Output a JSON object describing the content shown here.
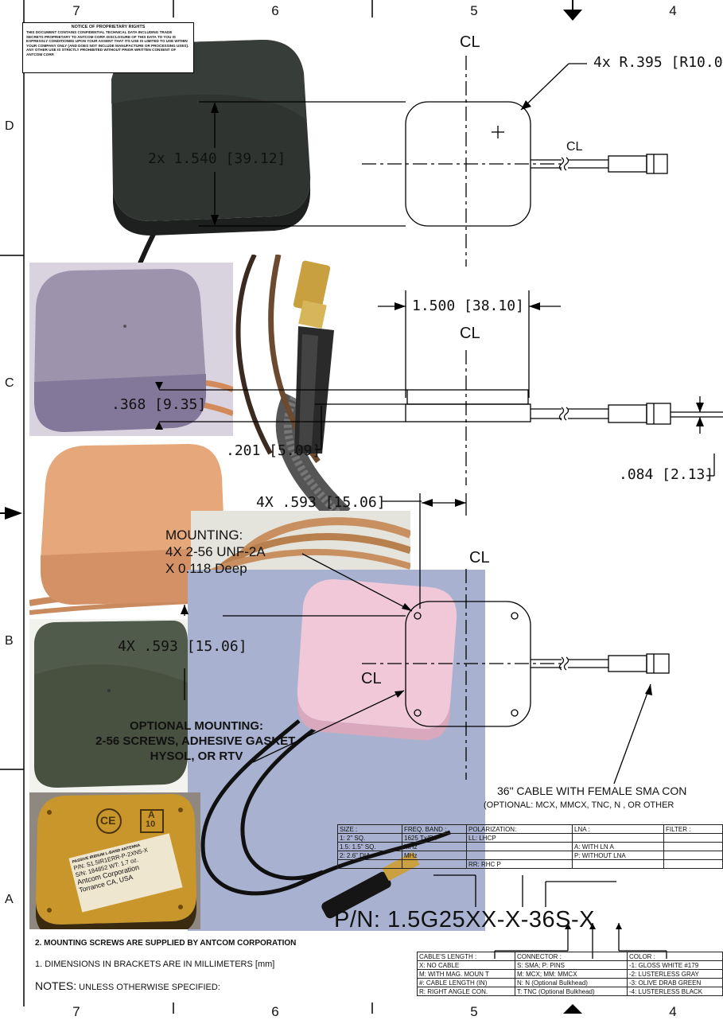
{
  "border": {
    "top_numbers": [
      "7",
      "6",
      "5",
      "4"
    ],
    "bottom_numbers": [
      "7",
      "6",
      "5",
      "4"
    ],
    "side_letters": [
      "D",
      "C",
      "B",
      "A"
    ]
  },
  "proprietary_notice": {
    "title": "NOTICE OF PROPRIETARY RIGHTS",
    "body": "THIS DOCUMENT CONTAINS CONFIDENTIAL TECHNICAL DATA INCLUDING TRADE SECRETS PROPRIETARY TO ANTCOM CORP. DISCLOSURE OF THIS DATA TO YOU IS EXPRESSLY CONDITIONED UPON YOUR ASSENT THAT ITS USE IS LIMITED TO USE WITHIN YOUR COMPANY ONLY (AND DOES NOT INCLUDE MANUFACTURE OR PROCESSING USES). ANY OTHER USE IS STRICTLY PROHIBITED WITHOUT PRIOR WRITTEN CONSENT OF ANTCOM CORP."
  },
  "centerline_symbol": "CL",
  "dimensions": {
    "radius": "4x R.395 [R10.0",
    "width_top": "2x 1.540 [39.12]",
    "width_side": "1.500 [38.10]",
    "height": ".368 [9.35]",
    "base_height": ".201 [5.09]",
    "cable_dia": ".084 [2.13]",
    "hole_offset_top": "4X .593 [15.06]",
    "hole_offset_side": "4X .593 [15.06]"
  },
  "mounting": {
    "title": "MOUNTING:",
    "line1": "4X 2-56 UNF-2A",
    "line2": "X 0.118 Deep"
  },
  "optional_mounting": {
    "line1": "OPTIONAL MOUNTING:",
    "line2": "2-56 SCREWS, ADHESIVE GASKET,",
    "line3": "HYSOL, OR RTV"
  },
  "cable_note": {
    "line1": "36\" CABLE WITH FEMALE SMA CON",
    "line2": "(OPTIONAL:  MCX,  MMCX,  TNC, N , OR OTHER"
  },
  "spec_table": {
    "headers": [
      "SIZE :",
      "FREQ. BAND :",
      "POLARIZATION:",
      "LNA :",
      "FILTER :"
    ],
    "rows": [
      [
        "1: 2\" SQ.",
        "1625 Tx/Rx",
        "LL: LHCP",
        "",
        ""
      ],
      [
        "1.5: 1.5\" SQ.",
        "MHz",
        "",
        "A: WITH  LN A",
        ""
      ],
      [
        "2: 2.6\" DIA",
        "MHz",
        "",
        "P: WITHOUT  LNA",
        ""
      ],
      [
        "",
        "",
        "RR: RHC P",
        "",
        ""
      ]
    ]
  },
  "part_number": "P/N:  1.5G25XX-X-36S-X",
  "option_table": {
    "headers": [
      "CABLE'S  LENGTH :",
      "CONNECTOR  :",
      "COLOR  :"
    ],
    "rows": [
      [
        "X: NO  CABLE",
        "S: SMA;  P: PINS",
        "-1: GLOSS  WHITE  #179"
      ],
      [
        "M: WITH  MAG.  MOUN T",
        "M: MCX;  MM:  MMCX",
        "-2: LUSTERLESS  GRAY"
      ],
      [
        "#: CABLE  LENGTH  (IN)",
        "N: N (Optional  Bulkhead)",
        "-3: OLIVE  DRAB  GREEN"
      ],
      [
        "R: RIGHT  ANGLE  CON.",
        "T: TNC  (Optional  Bulkhead)",
        "-4: LUSTERLESS  BLACK"
      ]
    ]
  },
  "notes": {
    "note2": "2.     MOUNTING SCREWS ARE SUPPLIED BY ANTCOM CORPORATION",
    "note1": "1.     DIMENSIONS IN BRACKETS ARE IN MILLIMETERS [mm]",
    "header_a": "NOTES:",
    "header_b": " UNLESS OTHERWISE SPECIFIED:"
  },
  "label_plate": {
    "ce": "CE",
    "badge_a": "A",
    "badge_b": "10",
    "l1": "PASSIVE IRIDIUM L-BAND ANTENNA",
    "l2": "P/N: S1.5IR1ERR-P-2XN5-X",
    "l3": "S/N: 184852  WT: 1.7 oz.",
    "l4": "Antcom Corporation",
    "l5": "Torrance CA, USA"
  },
  "colors": {
    "black_antenna": "#2b2f2c",
    "gray_antenna": "#9e93ad",
    "tan_antenna": "#e6a77a",
    "olive_antenna": "#485040",
    "pink_antenna": "#f0c8d8",
    "gold_antenna": "#c8962a",
    "photo_bg_blue": "#a8b2d0"
  }
}
